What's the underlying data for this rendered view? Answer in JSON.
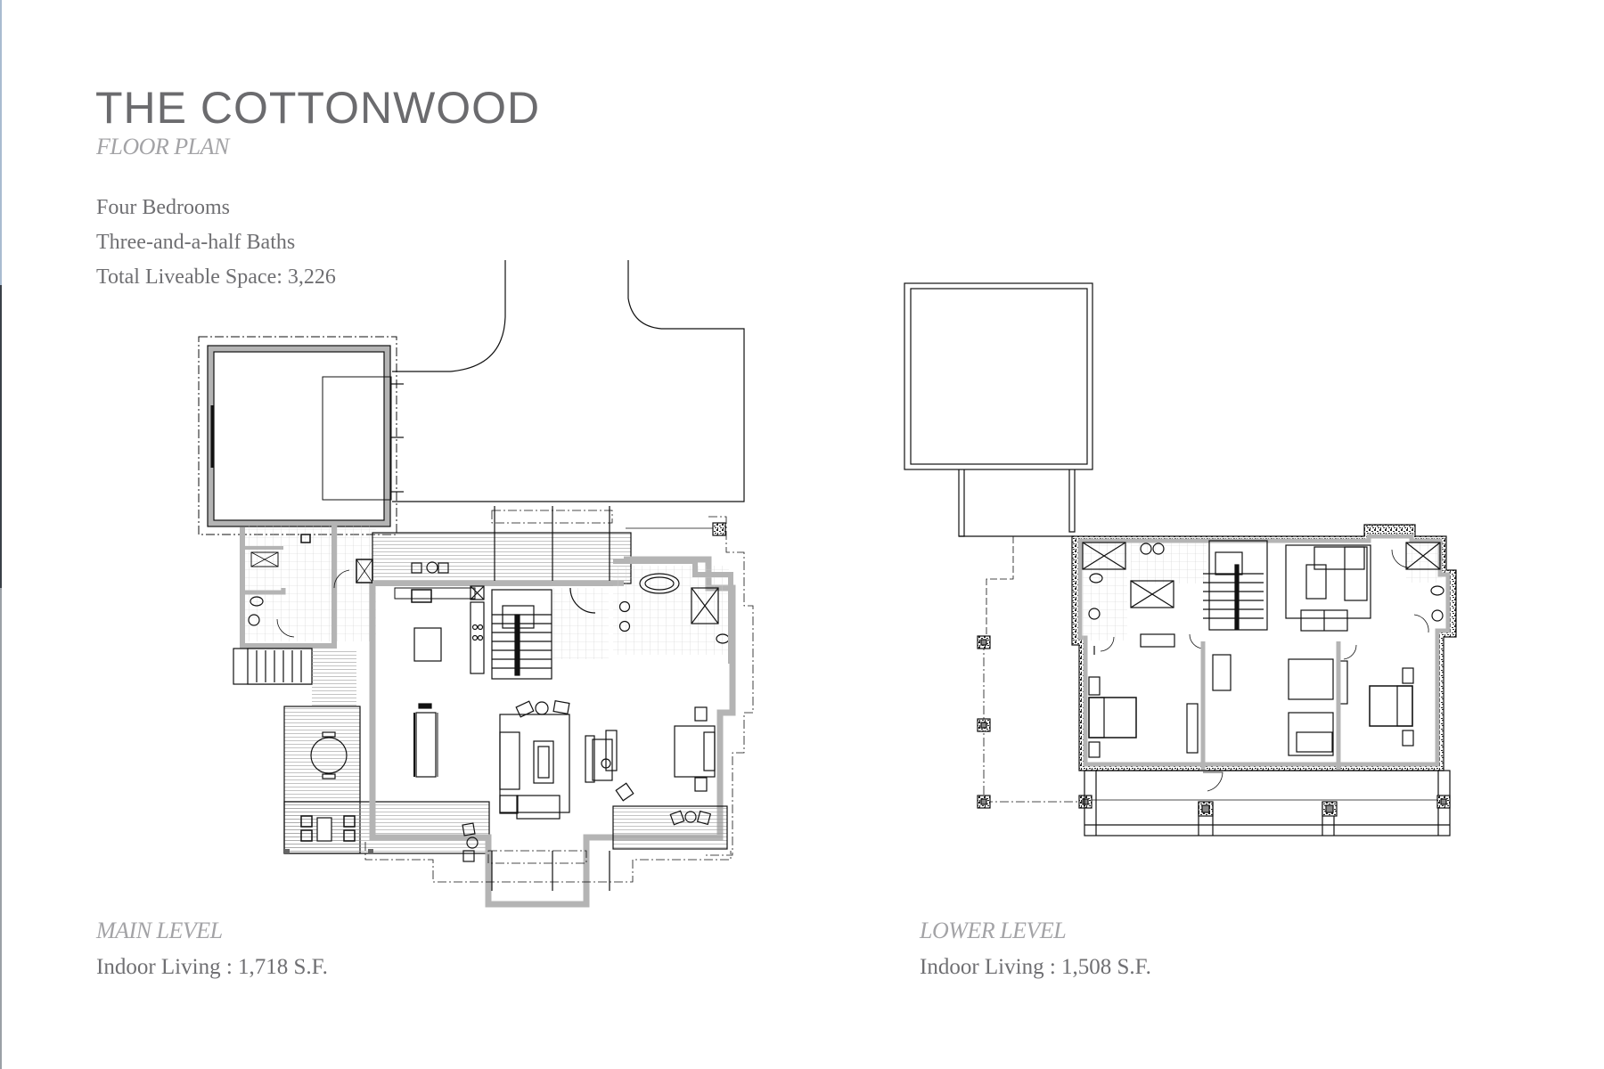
{
  "header": {
    "title": "THE COTTONWOOD",
    "subtitle": "FLOOR PLAN"
  },
  "summary": {
    "bedrooms": "Four Bedrooms",
    "baths": "Three-and-a-half Baths",
    "total_space": "Total Liveable Space: 3,226"
  },
  "levels": [
    {
      "title": "MAIN LEVEL",
      "area": "Indoor Living : 1,718 S.F."
    },
    {
      "title": "LOWER LEVEL",
      "area": "Indoor Living : 1,508 S.F."
    }
  ],
  "colors": {
    "title": "#6b6b6e",
    "subtitle": "#a3a3a6",
    "body_text": "#6f6f72",
    "wall_fill": "#b4b4b4",
    "line": "#111111"
  }
}
